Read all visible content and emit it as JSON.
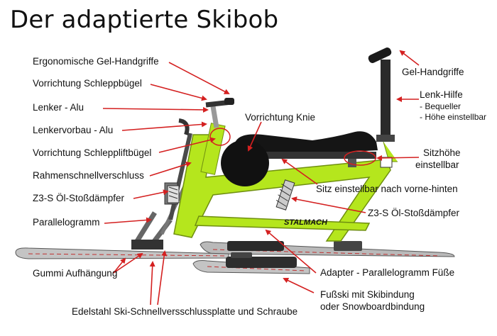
{
  "title": "Der adaptierte Skibob",
  "labels": {
    "gel_handgriffe_left": "Ergonomische Gel-Handgriffe",
    "schleppbuegel": "Vorrichtung Schleppbügel",
    "lenker": "Lenker - Alu",
    "lenkervorbau": "Lenkervorbau - Alu",
    "schlepplift": "Vorrichtung Schleppliftbügel",
    "rahmen": "Rahmenschnellverschluss",
    "z3s_left": "Z3-S Öl-Stoßdämpfer",
    "parallelogramm": "Parallelogramm",
    "gummi": "Gummi Aufhängung",
    "edelstahl": "Edelstahl Ski-Schnellversschlussplatte und Schraube",
    "knie": "Vorrichtung Knie",
    "gel_handgriffe_right": "Gel-Handgriffe",
    "lenk_hilfe": "Lenk-Hilfe",
    "bequeller": "- Bequeller",
    "hoehe": "- Höhe einstellbar",
    "sitzhoehe_1": "Sitzhöhe",
    "sitzhoehe_2": "einstellbar",
    "sitz_einstellbar": "Sitz einstellbar nach vorne-hinten",
    "z3s_right": "Z3-S Öl-Stoßdämpfer",
    "adapter": "Adapter - Parallelogramm Füße",
    "fussski_1": "Fußski mit Skibindung",
    "fussski_2": "oder Snowboardbindung"
  },
  "frame_brand": "STALMACH",
  "colors": {
    "arrow": "#d42020",
    "frame": "#b5e61d",
    "dark": "#2a2a2a",
    "ski": "#c9c9c9"
  }
}
